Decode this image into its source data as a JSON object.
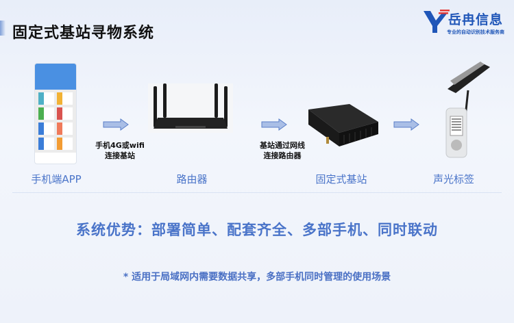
{
  "title": "固定式基站寻物系统",
  "logo": {
    "brand": "岳冉信息",
    "slogan": "专业的自动识别技术服务商",
    "color": "#1f56b8"
  },
  "nodes": [
    {
      "label": "手机端APP",
      "icon": "phone-app-image"
    },
    {
      "label": "路由器",
      "icon": "router-image"
    },
    {
      "label": "固定式基站",
      "icon": "base-station-image"
    },
    {
      "label": "声光标签",
      "icon": "sound-light-tag-image"
    }
  ],
  "edges": [
    {
      "line1": "手机4G或wifi",
      "line2": "连接基站"
    },
    {
      "line1": "基站通过网线",
      "line2": "连接路由器"
    },
    {
      "line1": "",
      "line2": ""
    }
  ],
  "advantages": "系统优势：部署简单、配套齐全、多部手机、同时联动",
  "footnote": "* 适用于局域网内需要数据共享，多部手机同时管理的使用场景",
  "colors": {
    "accent": "#4a74c9",
    "arrow_fill": "#a9bee6",
    "arrow_stroke": "#5a7fc8"
  }
}
